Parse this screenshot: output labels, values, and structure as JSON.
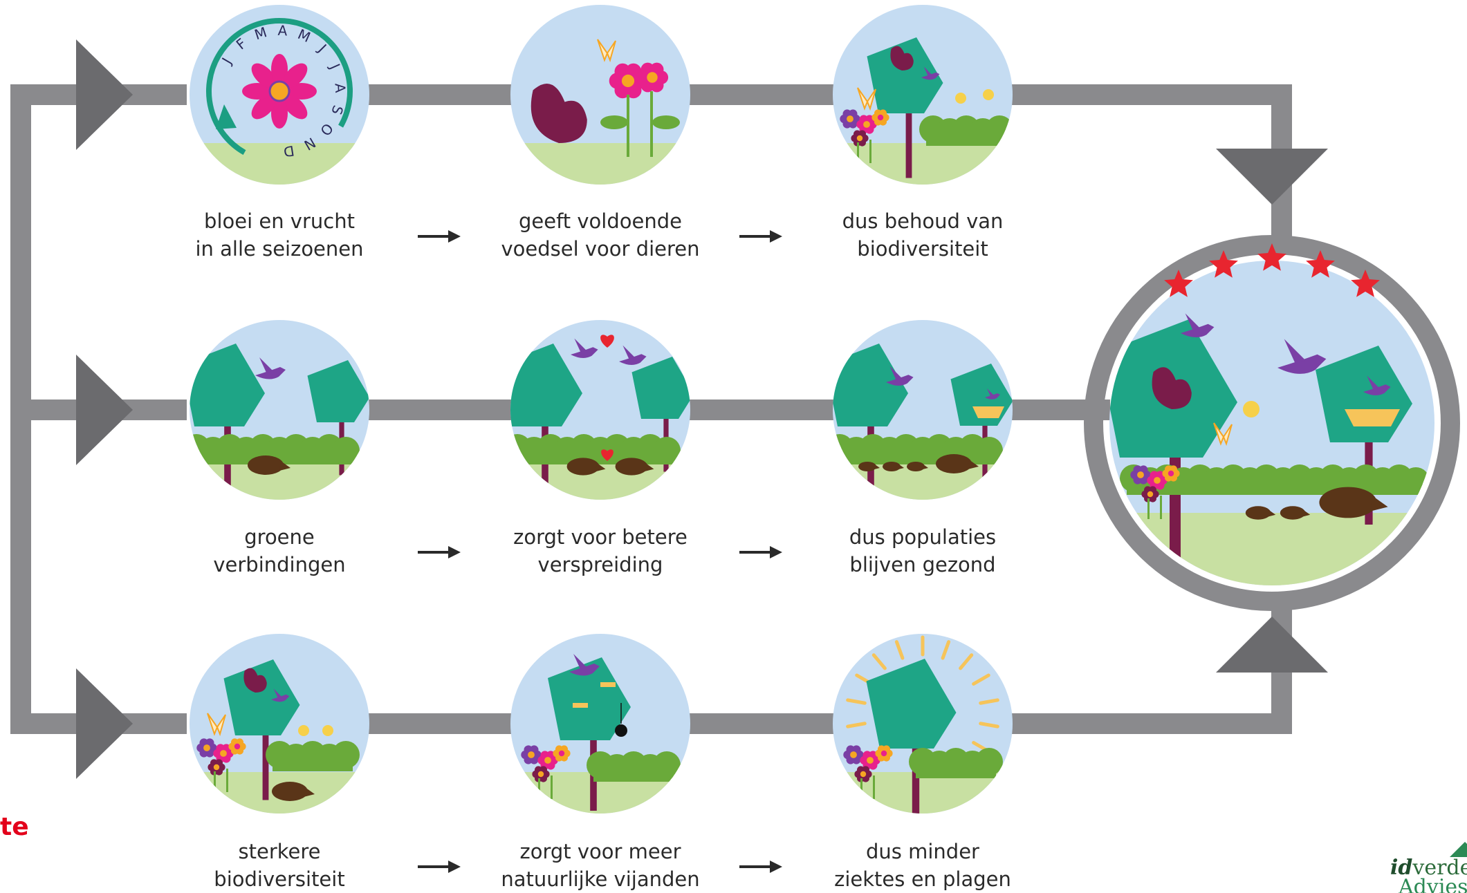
{
  "rows": [
    {
      "id": "seasons",
      "steps": [
        {
          "scene": "seasons",
          "caption": [
            "bloei en vrucht",
            "in alle seizoenen"
          ],
          "months": "JFMAMJJASOND"
        },
        {
          "scene": "food",
          "caption": [
            "geeft voldoende",
            "voedsel voor dieren"
          ]
        },
        {
          "scene": "biodiversity",
          "caption": [
            "dus behoud van",
            "biodiversiteit"
          ]
        }
      ]
    },
    {
      "id": "connections",
      "steps": [
        {
          "scene": "corridor",
          "caption": [
            "groene",
            "verbindingen"
          ]
        },
        {
          "scene": "dispersal",
          "caption": [
            "zorgt voor betere",
            "verspreiding"
          ]
        },
        {
          "scene": "populations",
          "caption": [
            "dus populaties",
            "blijven gezond"
          ]
        }
      ]
    },
    {
      "id": "enemies",
      "steps": [
        {
          "scene": "stronger",
          "caption": [
            "sterkere",
            "biodiversiteit"
          ]
        },
        {
          "scene": "predators",
          "caption": [
            "zorgt voor meer",
            "natuurlijke vijanden"
          ]
        },
        {
          "scene": "healthy",
          "caption": [
            "dus minder",
            "ziektes en plagen"
          ]
        }
      ]
    }
  ],
  "corner_text": "te",
  "logo": {
    "line1_prefix": "id",
    "line1_rest": "verde",
    "line2": "Advies"
  },
  "colors": {
    "pipe": "#8a8a8d",
    "arrow_head": "#6b6b6e",
    "sky": "#c5dcf2",
    "grass": "#c8e0a2",
    "tree": "#1ea586",
    "trunk": "#7a1c4a",
    "animal": "#7a1c4a",
    "bird": "#7a3fa5",
    "hedgehog": "#5a3518",
    "bush": "#6aaa3a",
    "flower_main": "#e8218c",
    "star": "#e8252f",
    "cycle_arrow": "#1c9e82",
    "months_text": "#2a2a5a",
    "caption_text": "#2a2a2a"
  }
}
